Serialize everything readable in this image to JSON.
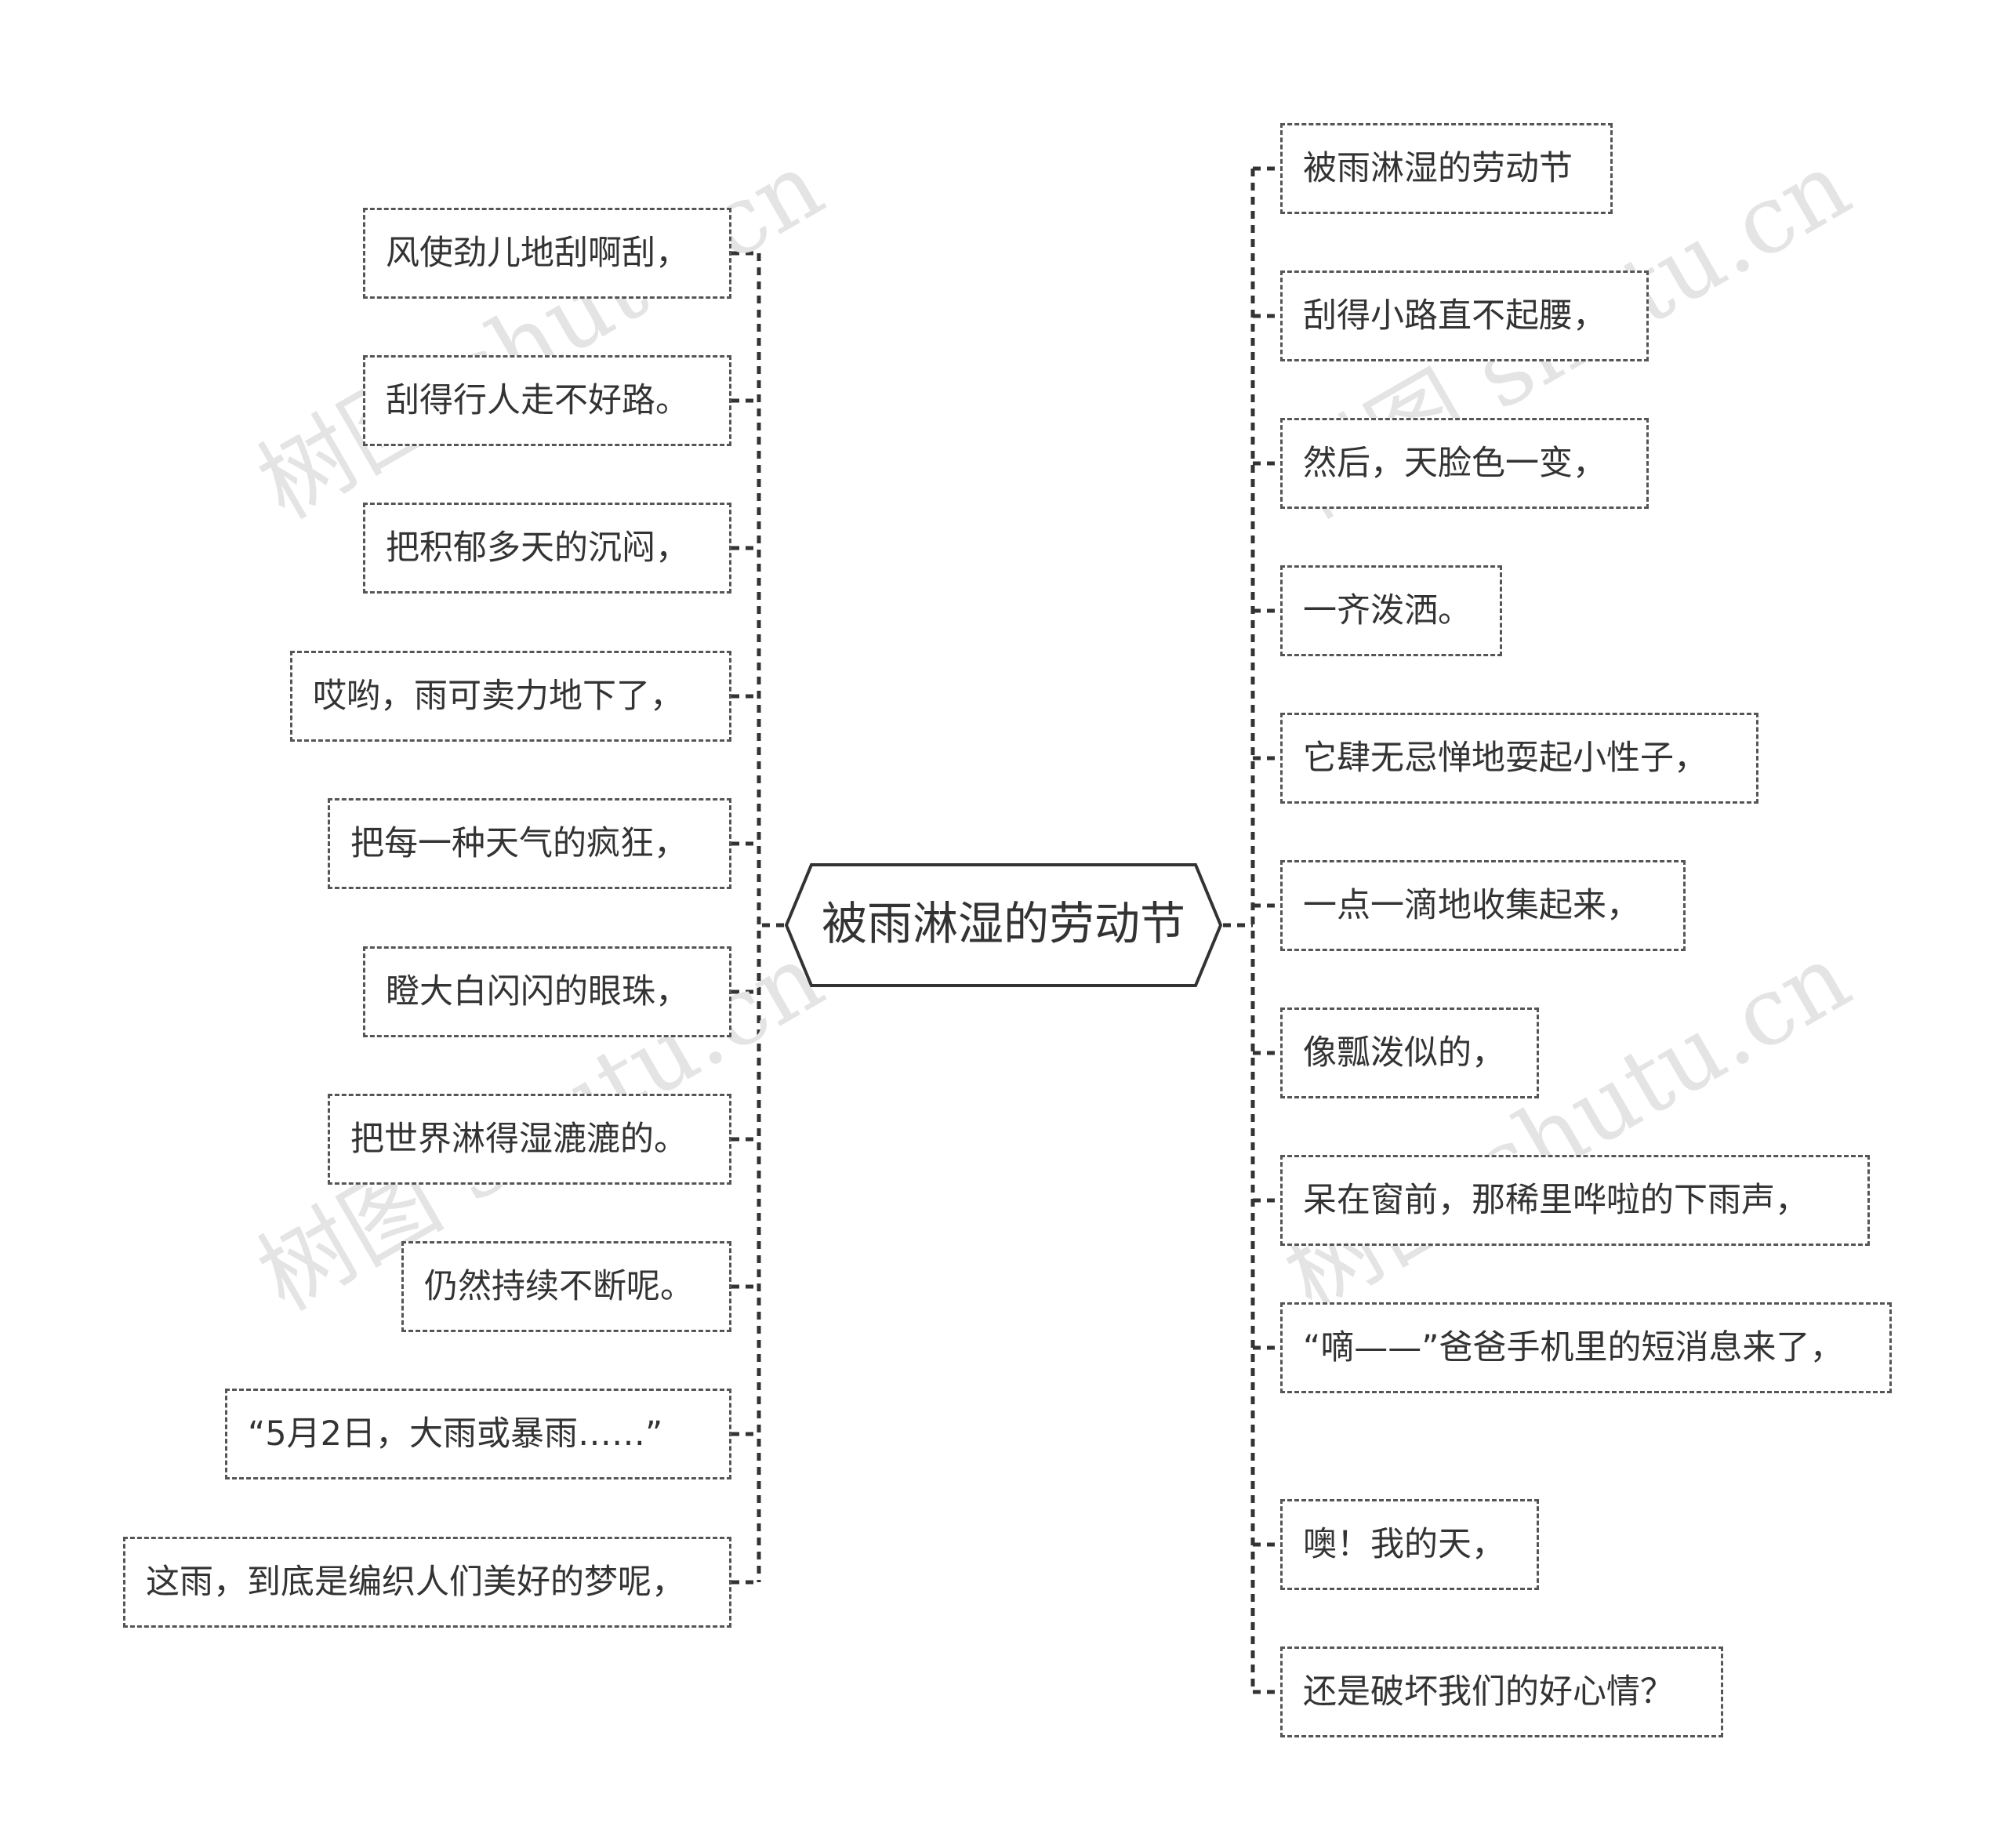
{
  "root": {
    "label": "被雨淋湿的劳动节"
  },
  "left_branches": [
    {
      "label": "风使劲儿地刮啊刮，"
    },
    {
      "label": "刮得行人走不好路。"
    },
    {
      "label": "把积郁多天的沉闷，"
    },
    {
      "label": "哎哟，雨可卖力地下了，"
    },
    {
      "label": "把每一种天气的疯狂，"
    },
    {
      "label": "瞪大白闪闪的眼珠，"
    },
    {
      "label": "把世界淋得湿漉漉的。"
    },
    {
      "label": "仍然持续不断呢。"
    },
    {
      "label": "“5月2日，大雨或暴雨……”"
    },
    {
      "label": "这雨，到底是编织人们美好的梦呢，"
    }
  ],
  "right_branches": [
    {
      "label": "被雨淋湿的劳动节"
    },
    {
      "label": "刮得小路直不起腰，"
    },
    {
      "label": "然后，天脸色一变，"
    },
    {
      "label": "一齐泼洒。"
    },
    {
      "label": "它肆无忌惮地耍起小性子，"
    },
    {
      "label": "一点一滴地收集起来，"
    },
    {
      "label": "像瓢泼似的，"
    },
    {
      "label": "呆在窗前，那稀里哗啦的下雨声，"
    },
    {
      "label": "“嘀——”爸爸手机里的短消息来了，"
    },
    {
      "label": "噢！我的天，"
    },
    {
      "label": "还是破坏我们的好心情？"
    }
  ],
  "watermark": {
    "text": "树图 shutu.cn"
  },
  "colors": {
    "line": "#333333",
    "node_border": "#555555",
    "text": "#333333",
    "watermark": "#e4e4e4"
  }
}
